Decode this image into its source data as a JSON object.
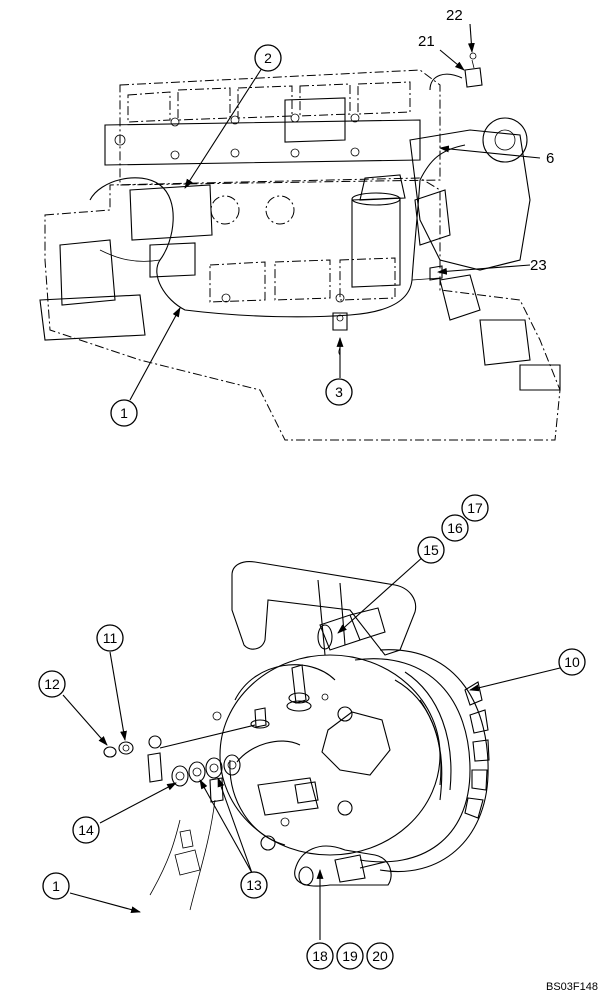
{
  "figure_code": "BS03F148",
  "callouts_top": {
    "c1": "1",
    "c2": "2",
    "c3": "3",
    "c6": "6",
    "c21": "21",
    "c22": "22",
    "c23": "23"
  },
  "callouts_bottom": {
    "c1": "1",
    "c10": "10",
    "c11": "11",
    "c12": "12",
    "c13": "13",
    "c14": "14",
    "c15": "15",
    "c16": "16",
    "c17": "17",
    "c18": "18",
    "c19": "19",
    "c20": "20"
  }
}
